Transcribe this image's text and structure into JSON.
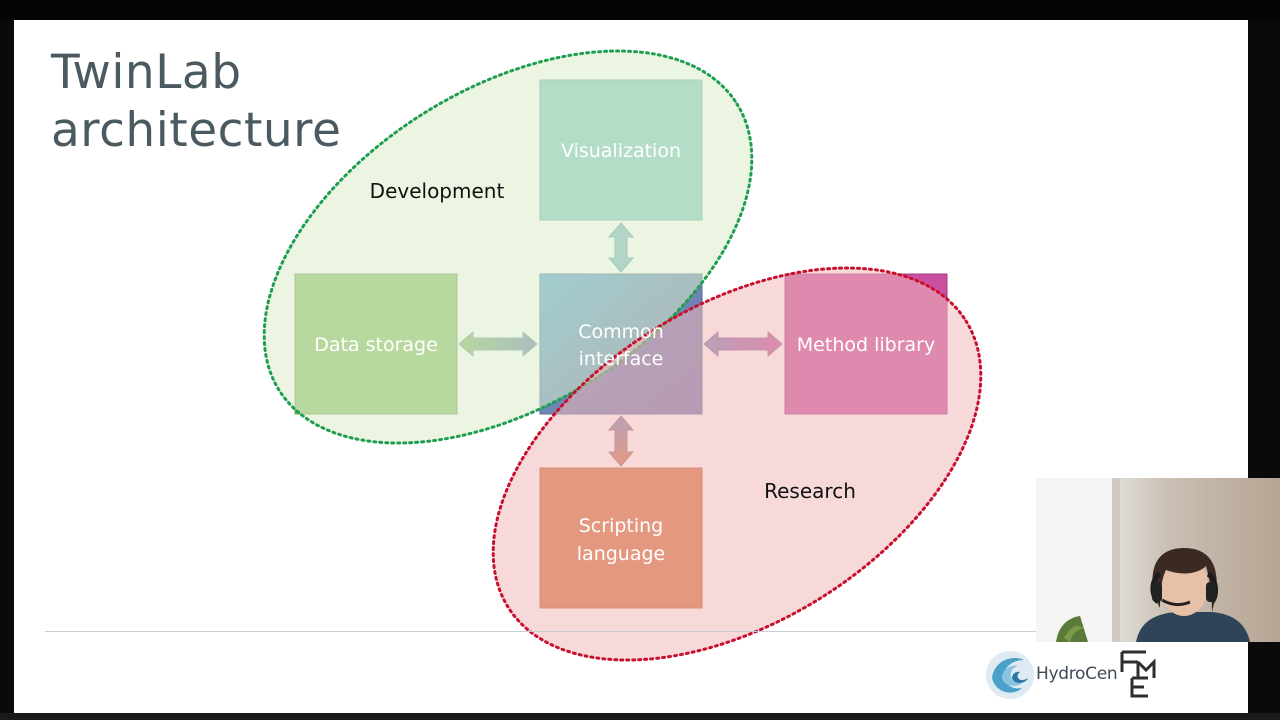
{
  "slide": {
    "title_line1": "TwinLab",
    "title_line2": "architecture"
  },
  "diagram": {
    "groups": [
      {
        "label": "Development",
        "color": "#1e9e50"
      },
      {
        "label": "Research",
        "color": "#c8102e"
      }
    ],
    "nodes": [
      {
        "id": "visualization",
        "label": "Visualization",
        "color": "#7ec8c4"
      },
      {
        "id": "data-storage",
        "label": "Data storage",
        "color": "#8bbf6a"
      },
      {
        "id": "common-interface",
        "label_line1": "Common",
        "label_line2": "interface",
        "color": "#6f84b4"
      },
      {
        "id": "method-library",
        "label": "Method library",
        "color": "#c94fa0"
      },
      {
        "id": "scripting-language",
        "label_line1": "Scripting",
        "label_line2": "language",
        "color": "#d4703a"
      }
    ]
  },
  "footer": {
    "logo_hydrocen": "HydroCen"
  },
  "icons": [
    "hydrocen-logo-icon",
    "fme-logo-icon",
    "webcam-presenter-icon"
  ]
}
